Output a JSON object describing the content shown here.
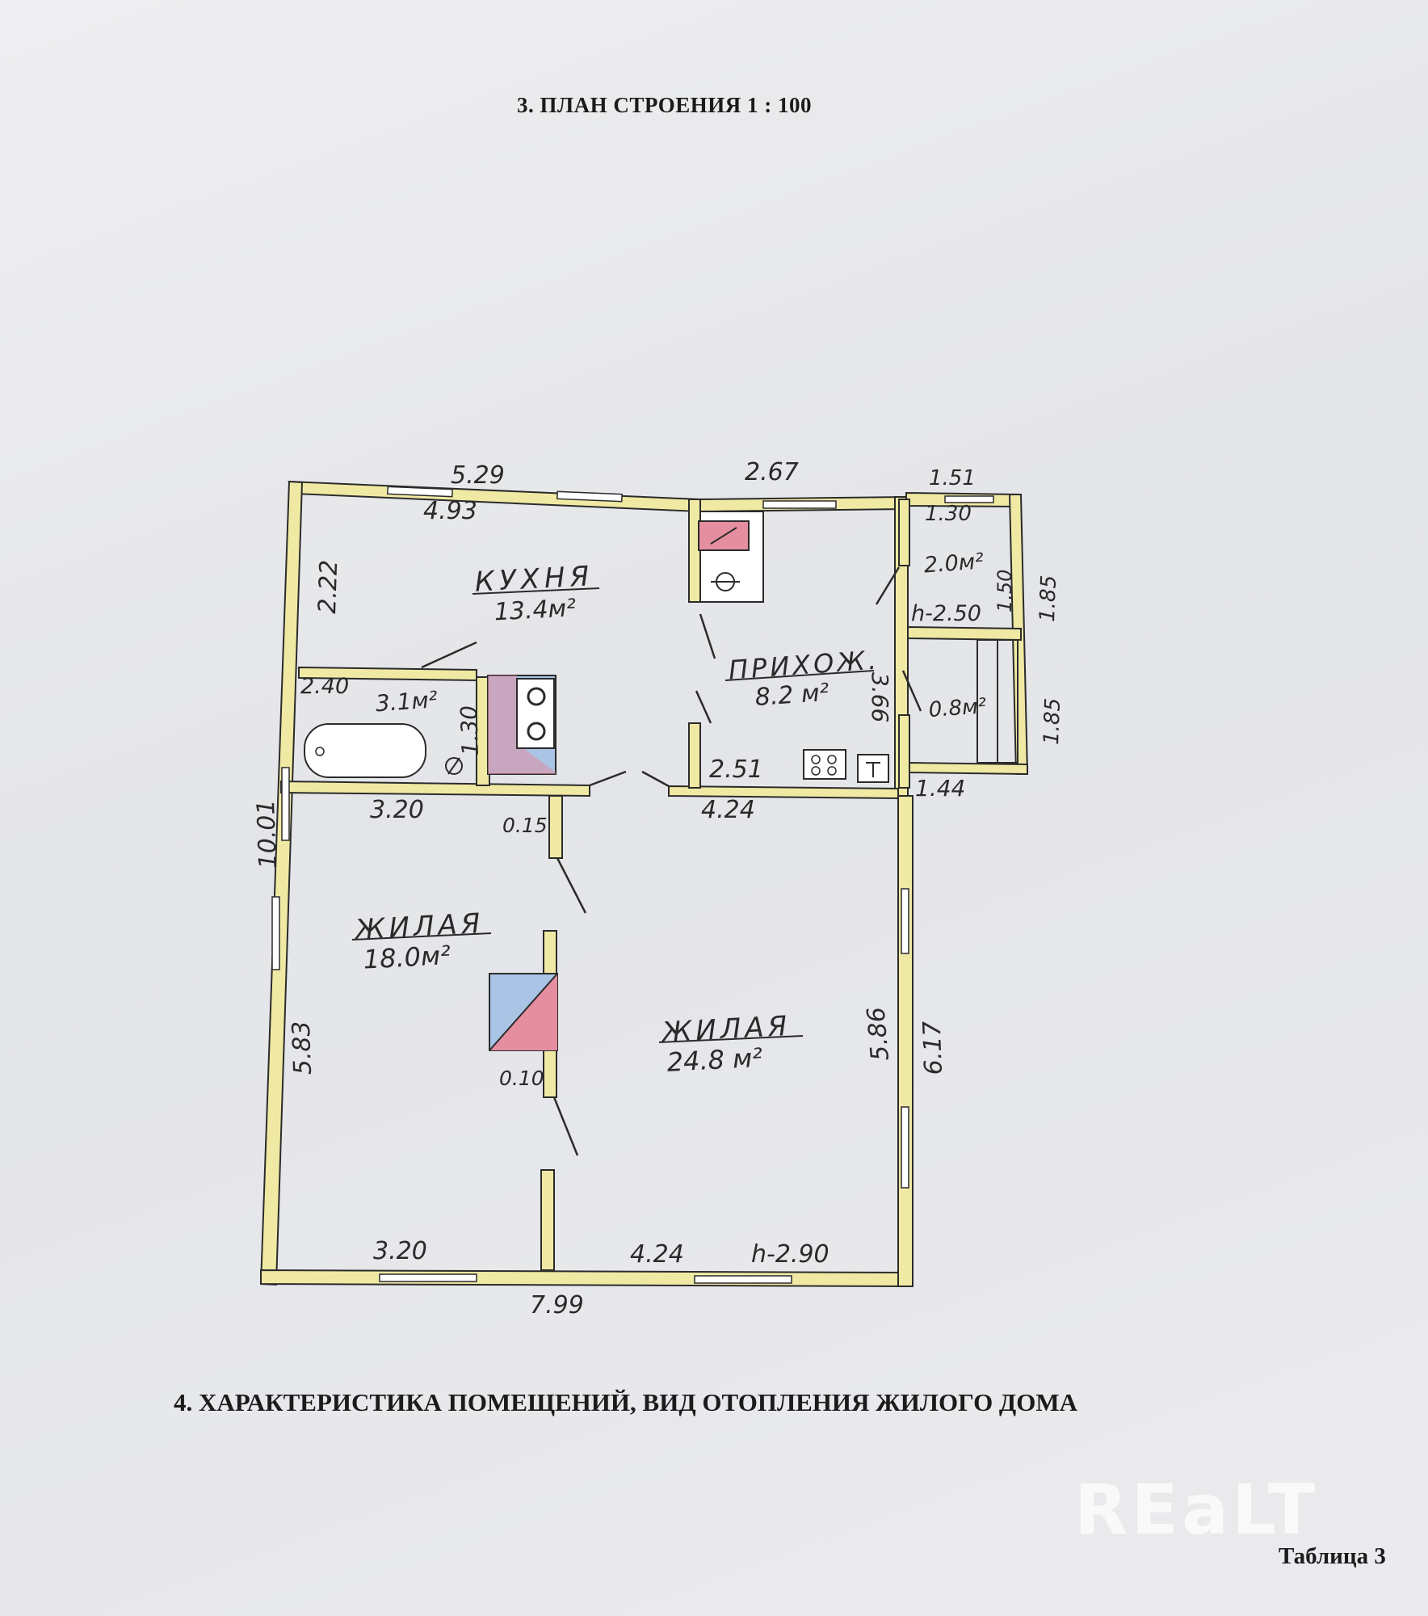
{
  "headings": {
    "plan_title": "3. ПЛАН СТРОЕНИЯ 1 : 100",
    "section_title": "4. ХАРАКТЕРИСТИКА ПОМЕЩЕНИЙ, ВИД ОТОПЛЕНИЯ ЖИЛОГО ДОМА",
    "table_label": "Таблица 3"
  },
  "watermark": "REaLT",
  "rooms": {
    "kitchen": {
      "name": "КУХНЯ",
      "area": "13.4м²"
    },
    "bath": {
      "area": "3.1м²"
    },
    "hall": {
      "name": "ПРИХОЖ.",
      "area": "8.2 м²"
    },
    "closet": {
      "area": "2.0м²"
    },
    "porch": {
      "area": "0.8м²"
    },
    "living_small": {
      "name": "ЖИЛАЯ",
      "area": "18.0м²"
    },
    "living_large": {
      "name": "ЖИЛАЯ",
      "area": "24.8 м²"
    }
  },
  "dimensions": {
    "top_outer_left": "5.29",
    "top_inner_left": "4.93",
    "top_middle": "2.67",
    "top_right_outer": "1.51",
    "top_right_inner": "1.30",
    "kitchen_height": "2.22",
    "closet_inner": "1.50",
    "closet_outer": "1.85",
    "porch_outer": "1.85",
    "closet_ceiling": "h-2.50",
    "bath_width": "2.40",
    "bath_depth": "1.30",
    "hall_length": "3.66",
    "hall_bottom": "2.51",
    "porch_bottom": "1.44",
    "mid_left": "3.20",
    "mid_right": "4.24",
    "partition_top": "0.15",
    "partition_bottom": "0.10",
    "left_total": "10.01",
    "left_lower": "5.83",
    "right_inner": "5.86",
    "right_outer": "6.17",
    "bottom_left": "3.20",
    "bottom_right": "4.24",
    "main_ceiling": "h-2.90",
    "bottom_total": "7.99"
  },
  "colors": {
    "wall": "#efe9a4",
    "stove_red": "#e48ea0",
    "stove_blue": "#a9c4e4"
  }
}
